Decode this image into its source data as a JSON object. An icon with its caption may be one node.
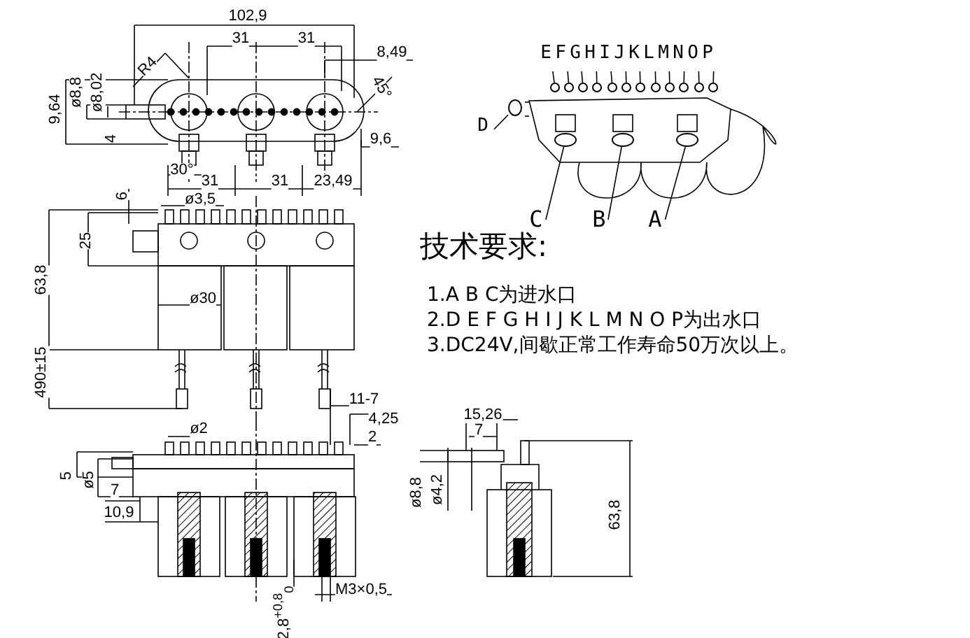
{
  "diagram": {
    "nodes": [
      {
        "text": [
          "E"
        ]
      },
      {
        "text": [
          "F"
        ]
      },
      {
        "text": [
          "G"
        ]
      },
      {
        "text": [
          "H"
        ]
      },
      {
        "text": [
          "I"
        ]
      },
      {
        "text": [
          "J"
        ]
      },
      {
        "text": [
          "K"
        ]
      },
      {
        "text": [
          "L"
        ]
      },
      {
        "text": [
          "M"
        ]
      },
      {
        "text": [
          "N"
        ]
      },
      {
        "text": [
          "O"
        ]
      },
      {
        "text": [
          "P"
        ]
      },
      {
        "text": [
          "D"
        ]
      },
      {
        "text": [
          "C"
        ]
      },
      {
        "text": [
          "B"
        ]
      },
      {
        "text": [
          "A"
        ]
      },
      {
        "text": [],
        "shape": "circle"
      },
      {
        "text": [],
        "shape": "circle"
      },
      {
        "text": [],
        "shape": "circle"
      },
      {
        "text": [],
        "shape": "circle"
      },
      {
        "text": [],
        "shape": "circle"
      },
      {
        "text": [],
        "shape": "circle"
      },
      {
        "text": [],
        "shape": "circle"
      },
      {
        "text": [],
        "shape": "circle"
      },
      {
        "text": [],
        "shape": "circle"
      },
      {
        "text": [],
        "shape": "circle"
      },
      {
        "text": [],
        "shape": "circle"
      },
      {
        "text": [],
        "shape": "circle"
      },
      {
        "text": [],
        "shape": "circle"
      },
      {
        "text": [],
        "shape": "circle"
      },
      {
        "text": [],
        "shape": "circle"
      },
      {
        "text": [],
        "shape": "circle"
      }
    ],
    "edges": [
      {
        "from": 0,
        "to": 16,
        "arrow": "none"
      },
      {
        "from": 1,
        "to": 17,
        "arrow": "none"
      },
      {
        "from": 2,
        "to": 18,
        "arrow": "none"
      },
      {
        "from": 3,
        "to": 19,
        "arrow": "none"
      },
      {
        "from": 4,
        "to": 20,
        "arrow": "none"
      },
      {
        "from": 5,
        "to": 21,
        "arrow": "none"
      },
      {
        "from": 6,
        "to": 22,
        "arrow": "none"
      },
      {
        "from": 7,
        "to": 23,
        "arrow": "none"
      },
      {
        "from": 8,
        "to": 24,
        "arrow": "none"
      },
      {
        "from": 9,
        "to": 25,
        "arrow": "none"
      },
      {
        "from": 10,
        "to": 26,
        "arrow": "none"
      },
      {
        "from": 11,
        "to": 27,
        "arrow": "none"
      },
      {
        "from": 12,
        "to": 28,
        "arrow": "none"
      },
      {
        "from": 13,
        "to": 29,
        "arrow": "none"
      },
      {
        "from": 14,
        "to": 30,
        "arrow": "none"
      },
      {
        "from": 15,
        "to": 31,
        "arrow": "none"
      }
    ],
    "labels": [
      "102,9",
      "31",
      "31",
      "8,49",
      "9,64",
      "ø8,8",
      "ø8,02",
      "R4",
      "45°",
      "4",
      "9,6",
      "30°",
      "31",
      "31",
      "23,49",
      "6",
      "ø3,5",
      "25",
      "63,8",
      "ø30",
      "490±15",
      "11-7",
      "4,25",
      "2",
      "ø2",
      "5",
      "ø5",
      "7",
      "10,9",
      "2,8$^{+0,8}$$_{0}$",
      "M3×0,5",
      "15,26",
      "7",
      "ø8,8",
      "ø4,2",
      "63,8",
      "技术要求:",
      "1.A  B  C为进水口",
      "2.D  E  F  G  H  I  J  K  L  M  N  O  P为出水口",
      "3.DC24V,间歇正常工作寿命50万次以上。"
    ]
  }
}
